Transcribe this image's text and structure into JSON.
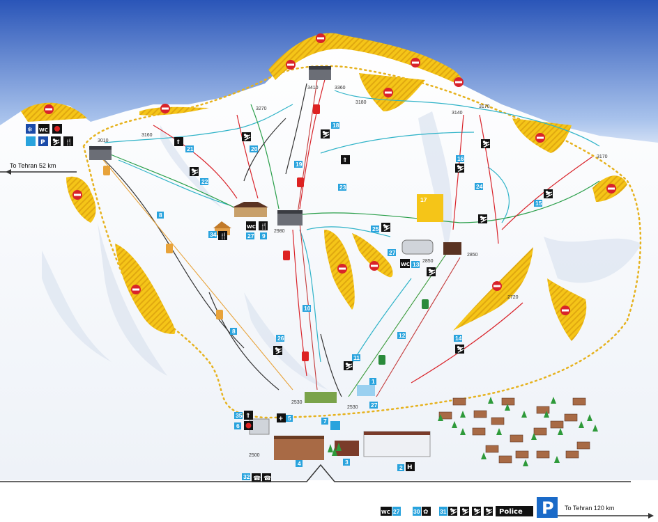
{
  "directions": {
    "left": "To Tehran 52 km",
    "right": "To Tehran 120 km"
  },
  "altitudes": {
    "a3410": "3410",
    "a3360": "3360",
    "a3270": "3270",
    "a3180": "3180",
    "a3160": "3160",
    "a3140": "3140",
    "a3170a": "3170",
    "a3170b": "3170",
    "a3010": "3010",
    "a2980": "2980",
    "a2850a": "2850",
    "a2850b": "2850",
    "a2720": "2720",
    "a2530a": "2530",
    "a2530b": "2530",
    "a2500": "2500"
  },
  "legend": {
    "wc_label": "WC",
    "wc_num": "27",
    "num_30": "30",
    "num_31": "31",
    "police_label": "Police",
    "parking_label": "P"
  },
  "facilities": {
    "wc": "WC",
    "parking": "P",
    "helipad": "H",
    "n1": "1",
    "n2": "2",
    "n3": "3",
    "n4": "4",
    "n5": "5",
    "n6": "6",
    "n7": "7",
    "n8a": "8",
    "n8b": "8",
    "n9": "9",
    "n10": "10",
    "n11": "11",
    "n12": "12",
    "n13": "13",
    "n14": "14",
    "n15": "15",
    "n16": "16",
    "n17": "17",
    "n18": "18",
    "n19": "19",
    "n20": "20",
    "n21": "21",
    "n22": "22",
    "n23": "23",
    "n24": "24",
    "n25": "25",
    "n26": "26",
    "n27a": "27",
    "n27b": "27",
    "n27c": "27",
    "n32": "32",
    "n34": "34",
    "n35": "35"
  },
  "colors": {
    "sky_top": "#2a55b8",
    "sky_bottom": "#e8f0fb",
    "restricted_yellow": "#f5c518",
    "no_entry_red": "#d9232a",
    "marker_blue": "#29a3dd",
    "route_border": "#e6b21e"
  }
}
